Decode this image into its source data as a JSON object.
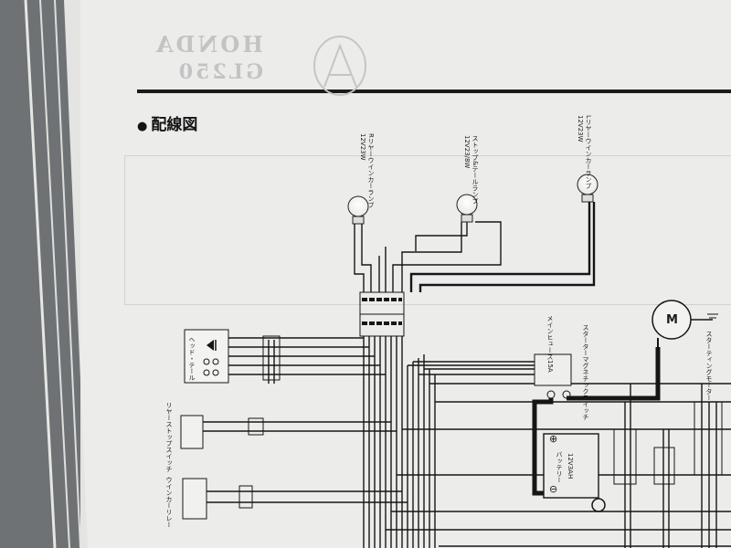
{
  "header": {
    "brand_line1": "HONDA",
    "brand_line2": "GL250"
  },
  "section": {
    "bullet": "●",
    "title": "配線図"
  },
  "components": {
    "lamp_r_winker": {
      "name": "Rリヤーウインカーランプ",
      "rating": "12V23W"
    },
    "lamp_stop_tail": {
      "name": "ストップ&テールランプ",
      "rating": "12V23/8W"
    },
    "lamp_l_winker": {
      "name": "Lリヤーウインカーランプ",
      "rating": "12V23W"
    },
    "starter_motor": {
      "name": "スターティングモーター",
      "symbol": "M"
    },
    "main_fuse": {
      "name": "メインヒューズ15A"
    },
    "starter_switch": {
      "name": "スターターマグネチックスイッチ"
    },
    "battery": {
      "name": "バッテリー",
      "rating": "12V3AH",
      "plus": "⊕",
      "minus": "⊖"
    },
    "head_tail": {
      "name": "ヘッド・テール"
    },
    "rear_stop_switch": {
      "name": "リヤーストップスイッチ"
    },
    "winker_relay": {
      "name": "ウインカーリレー"
    }
  },
  "colors": {
    "paper": "#ecedeb",
    "ink": "#161616",
    "background": "#6f7275",
    "ghost": "#c8c9c7"
  }
}
